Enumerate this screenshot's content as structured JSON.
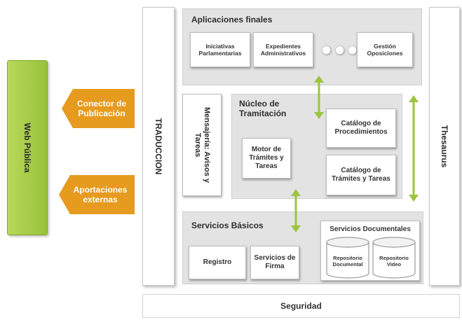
{
  "web_publica": "Web Pública",
  "conector": "Conector de Publicación",
  "aportaciones": "Aportaciones externas",
  "traduccion": "TRADUCCION",
  "thesaurus": "Thesaurus",
  "seguridad": "Seguridad",
  "aplicaciones": {
    "title": "Aplicaciones finales",
    "items": [
      "Iniciativas Parlamentarias",
      "Expedientes Administrativos",
      "Gestión Oposiciones"
    ]
  },
  "mensajeria": "Mensajería: Avisos y Tareas",
  "nucleo": {
    "title": "Núcleo de Tramitación",
    "motor": "Motor de Trámites y Tareas",
    "catalogo_proc": "Catálogo de Procedimientos",
    "catalogo_tram": "Catálogo de Trámites y Tareas"
  },
  "servicios": {
    "title": "Servicios Básicos",
    "registro": "Registro",
    "firma": "Servicios de Firma",
    "documentales": {
      "title": "Servicios Documentales",
      "repo_doc": "Repositorio Documental",
      "repo_video": "Repositorio Video"
    }
  },
  "colors": {
    "green": "#9cc43f",
    "orange": "#e69a1e",
    "arrow": "#9cc43f",
    "panel_gray": "#e3e3e3"
  }
}
